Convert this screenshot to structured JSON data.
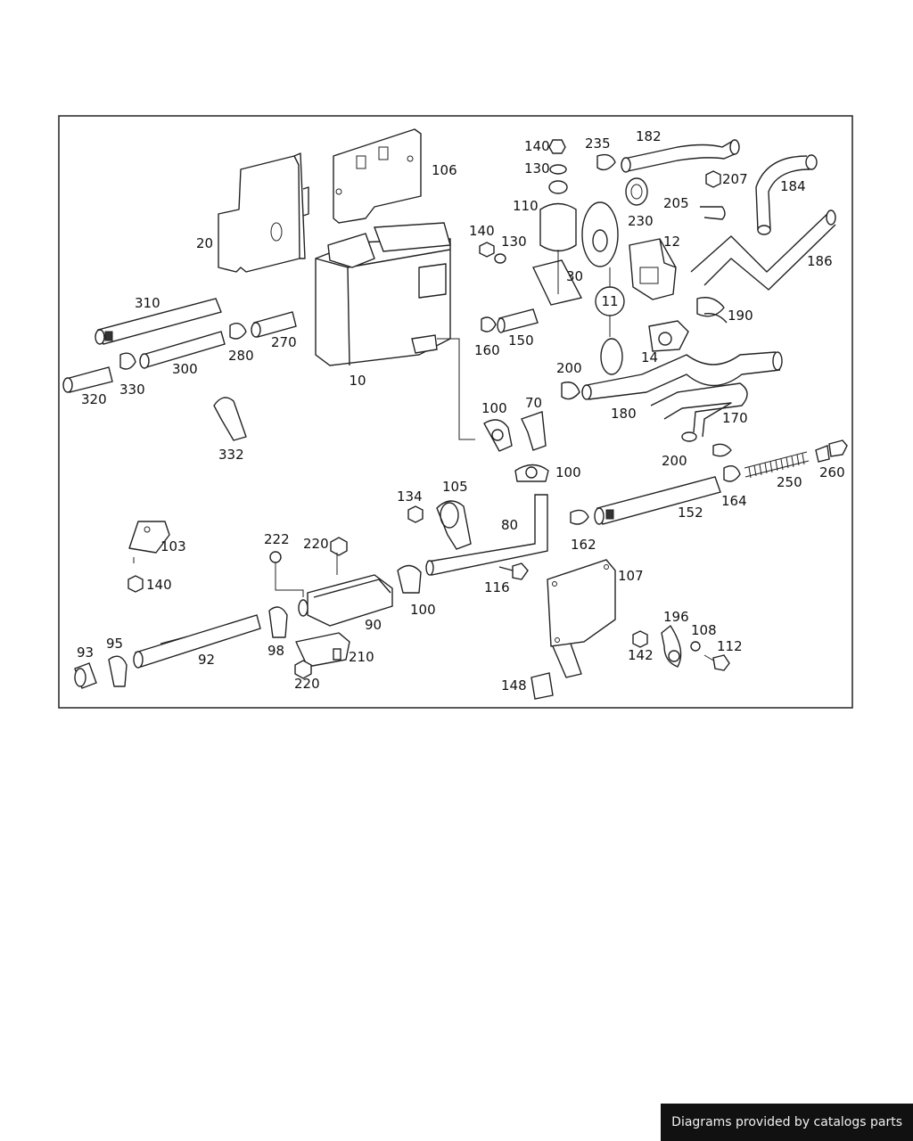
{
  "labels": {
    "l10": "10",
    "l11": "11",
    "l12": "12",
    "l14": "14",
    "l20": "20",
    "l30": "30",
    "l70": "70",
    "l80": "80",
    "l90": "90",
    "l92": "92",
    "l93": "93",
    "l95": "95",
    "l98": "98",
    "l100a": "100",
    "l100b": "100",
    "l100c": "100",
    "l103": "103",
    "l105": "105",
    "l106": "106",
    "l107": "107",
    "l108": "108",
    "l110": "110",
    "l112": "112",
    "l116": "116",
    "l130a": "130",
    "l130b": "130",
    "l134": "134",
    "l140a": "140",
    "l140b": "140",
    "l140c": "140",
    "l142": "142",
    "l148": "148",
    "l150": "150",
    "l152": "152",
    "l160": "160",
    "l162": "162",
    "l164": "164",
    "l170": "170",
    "l180": "180",
    "l182": "182",
    "l184": "184",
    "l186": "186",
    "l190": "190",
    "l196": "196",
    "l200a": "200",
    "l200b": "200",
    "l205": "205",
    "l207": "207",
    "l210": "210",
    "l220a": "220",
    "l220b": "220",
    "l222": "222",
    "l230": "230",
    "l235": "235",
    "l250": "250",
    "l260": "260",
    "l270": "270",
    "l280": "280",
    "l300": "300",
    "l310": "310",
    "l320": "320",
    "l330": "330",
    "l332": "332"
  },
  "footer": {
    "text": "Diagrams provided by catalogs parts"
  }
}
